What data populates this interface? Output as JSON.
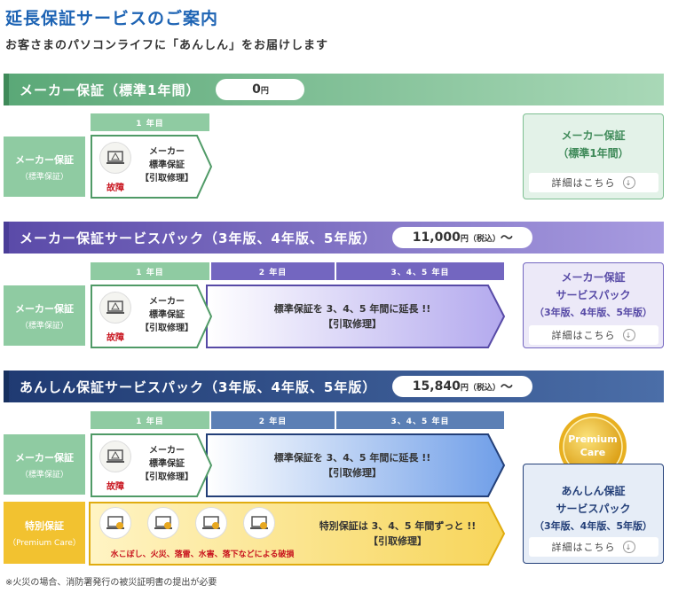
{
  "header": {
    "title": "延長保証サービスのご案内",
    "subtitle": "お客さまのパソコンライフに「あんしん」をお届けします"
  },
  "section1": {
    "band_title": "メーカー保証（標準1年間）",
    "price_main": "0",
    "price_unit": "円",
    "year1": "1 年目",
    "left_label": "メーカー保証",
    "left_sub": "（標準保証）",
    "kosho": "故障",
    "std_l1": "メーカー",
    "std_l2": "標準保証",
    "std_l3": "【引取修理】",
    "card_l1": "メーカー保証",
    "card_l2": "（標準1年間）",
    "detail": "詳細はこちら"
  },
  "section2": {
    "band_title": "メーカー保証サービスパック（3年版、4年版、5年版）",
    "price_main": "11,000",
    "price_unit": "円（税込）",
    "price_tail": "〜",
    "year1": "1 年目",
    "year2": "2 年目",
    "year3": "3、4、5 年目",
    "left_label": "メーカー保証",
    "left_sub": "（標準保証）",
    "kosho": "故障",
    "std_l1": "メーカー",
    "std_l2": "標準保証",
    "std_l3": "【引取修理】",
    "ext_l1": "標準保証を 3、4、5 年間に延長 !!",
    "ext_l2": "【引取修理】",
    "card_l1": "メーカー保証",
    "card_l2": "サービスパック",
    "card_l3": "（3年版、4年版、5年版）",
    "detail": "詳細はこちら"
  },
  "section3": {
    "band_title": "あんしん保証サービスパック（3年版、4年版、5年版）",
    "price_main": "15,840",
    "price_unit": "円（税込）",
    "price_tail": "〜",
    "year1": "1 年目",
    "year2": "2 年目",
    "year3": "3、4、5 年目",
    "left_label": "メーカー保証",
    "left_sub": "（標準保証）",
    "kosho": "故障",
    "std_l1": "メーカー",
    "std_l2": "標準保証",
    "std_l3": "【引取修理】",
    "ext_l1": "標準保証を 3、4、5 年間に延長 !!",
    "ext_l2": "【引取修理】",
    "special_label": "特別保証",
    "special_sub": "（Premium Care）",
    "special_icons_caption": "水こぼし、火災、落雷、水害、落下などによる破損",
    "special_l1": "特別保証は 3、4、5 年間ずっと !!",
    "special_l2": "【引取修理】",
    "medal_l1": "Premium",
    "medal_l2": "Care",
    "card_l1": "あんしん保証",
    "card_l2": "サービスパック",
    "card_l3": "（3年版、4年版、5年版）",
    "detail": "詳細はこちら"
  },
  "footnote": "※火災の場合、消防署発行の被災証明書の提出が必要",
  "colors": {
    "title_blue": "#1e64b4",
    "green": "#7dbf91",
    "green_dark": "#4f9a66",
    "purple": "#7366c0",
    "purple_dark": "#574aa6",
    "navy": "#233f78",
    "navy_mid": "#5b7fb5",
    "gold": "#f2c230",
    "red": "#c8141e"
  },
  "icons": [
    "laptop-warning-icon",
    "water-spill-icon",
    "fire-icon",
    "lightning-icon",
    "flood-icon",
    "info-arrow-icon"
  ]
}
